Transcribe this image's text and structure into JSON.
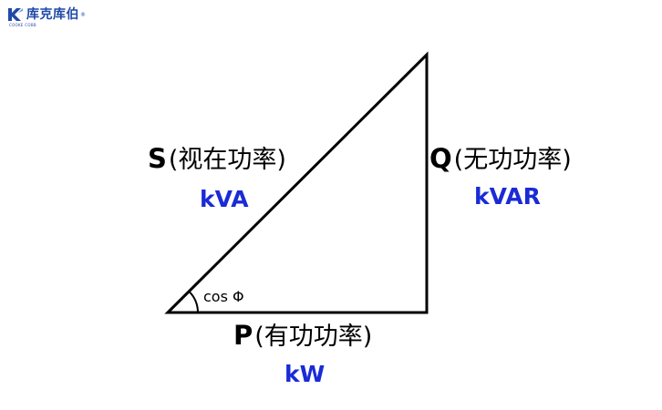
{
  "logo": {
    "text": "库克库伯",
    "registered": "®",
    "subtext": "COOKE COBB"
  },
  "colors": {
    "unit": "#1a2bd6",
    "line": "#000000",
    "logo": "#1f4aa8"
  },
  "labels": {
    "s": {
      "symbol": "S",
      "name": "(视在功率)",
      "unit": "kVA"
    },
    "q": {
      "symbol": "Q",
      "name": "(无功功率)",
      "unit": "kVAR"
    },
    "p": {
      "symbol": "P",
      "name": "(有功功率)",
      "unit": "kW"
    },
    "angle": "cos Φ"
  }
}
